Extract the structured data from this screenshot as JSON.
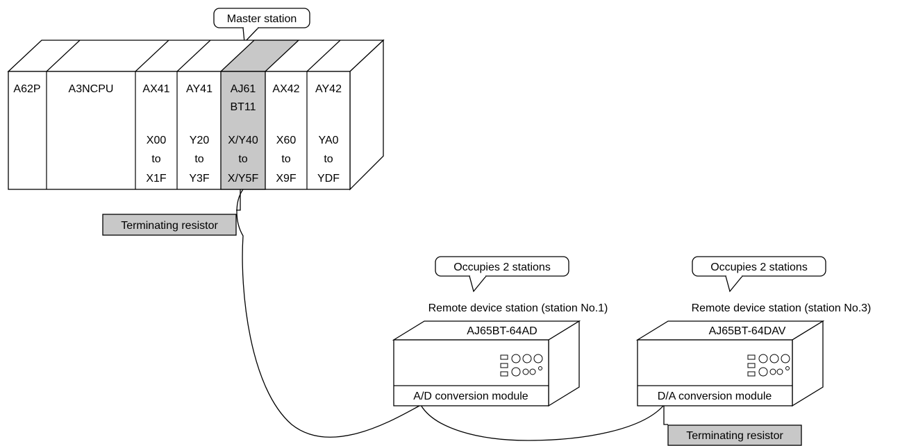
{
  "master_callout": {
    "text": "Master station"
  },
  "rack": {
    "modules": [
      {
        "name": "A62P",
        "name2": "",
        "range": [
          "",
          "",
          ""
        ]
      },
      {
        "name": "A3NCPU",
        "name2": "",
        "range": [
          "",
          "",
          ""
        ]
      },
      {
        "name": "AX41",
        "name2": "",
        "range": [
          "X00",
          "to",
          "X1F"
        ]
      },
      {
        "name": "AY41",
        "name2": "",
        "range": [
          "Y20",
          "to",
          "Y3F"
        ]
      },
      {
        "name": "AJ61",
        "name2": "BT11",
        "range": [
          "X/Y40",
          "to",
          "X/Y5F"
        ],
        "highlight": true
      },
      {
        "name": "AX42",
        "name2": "",
        "range": [
          "X60",
          "to",
          "X9F"
        ]
      },
      {
        "name": "AY42",
        "name2": "",
        "range": [
          "YA0",
          "to",
          "YDF"
        ]
      }
    ]
  },
  "terminating_resistor_1": {
    "text": "Terminating resistor"
  },
  "terminating_resistor_2": {
    "text": "Terminating resistor"
  },
  "station1": {
    "callout": "Occupies 2 stations",
    "title": "Remote device station (station No.1)",
    "model": "AJ65BT-64AD",
    "module": "A/D conversion module"
  },
  "station3": {
    "callout": "Occupies 2 stations",
    "title": "Remote device station (station No.3)",
    "model": "AJ65BT-64DAV",
    "module": "D/A conversion module"
  },
  "colors": {
    "highlight_fill": "#c8c8c8",
    "line": "#000000",
    "background": "#ffffff"
  }
}
